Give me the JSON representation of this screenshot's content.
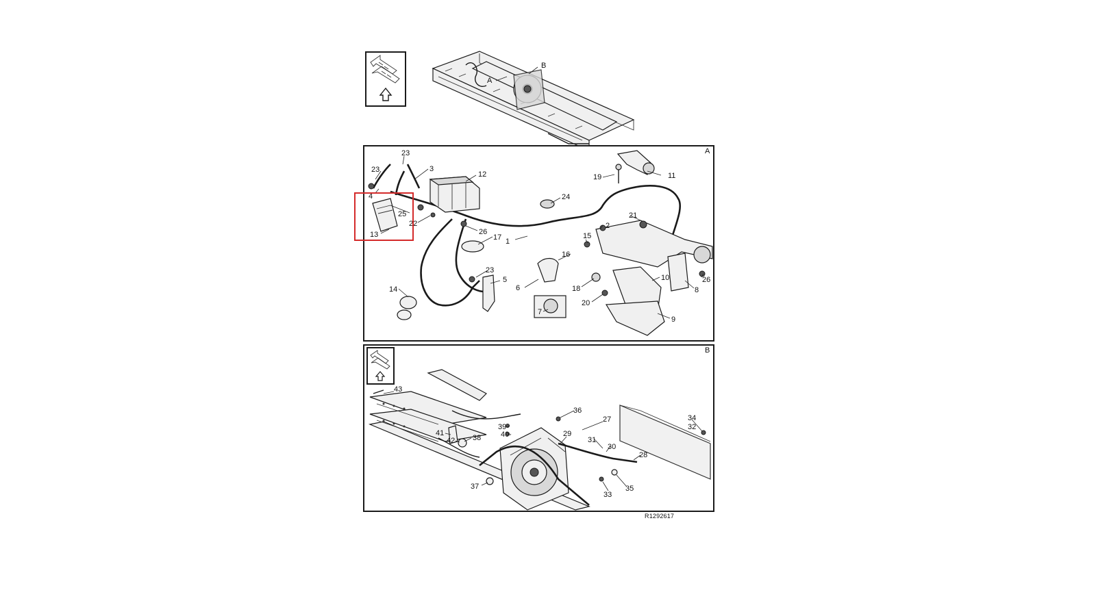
{
  "overview": {
    "callouts": [
      "A",
      "B"
    ]
  },
  "panel_a": {
    "letter": "A",
    "callouts": [
      "23",
      "23",
      "3",
      "12",
      "4",
      "11",
      "19",
      "24",
      "25",
      "22",
      "13",
      "26",
      "17",
      "1",
      "21",
      "2",
      "15",
      "16",
      "23",
      "5",
      "6",
      "18",
      "10",
      "8",
      "26",
      "14",
      "7",
      "20",
      "9"
    ]
  },
  "panel_b": {
    "letter": "B",
    "callouts": [
      "43",
      "36",
      "27",
      "34",
      "32",
      "39",
      "29",
      "31",
      "40",
      "41",
      "38",
      "42",
      "30",
      "28",
      "37",
      "33",
      "35"
    ]
  },
  "reference_code": "R1292617",
  "highlight": {
    "color": "#d42a2a",
    "part": "13"
  },
  "icons": [
    "direction-arrow-icon",
    "direction-arrow-icon"
  ]
}
